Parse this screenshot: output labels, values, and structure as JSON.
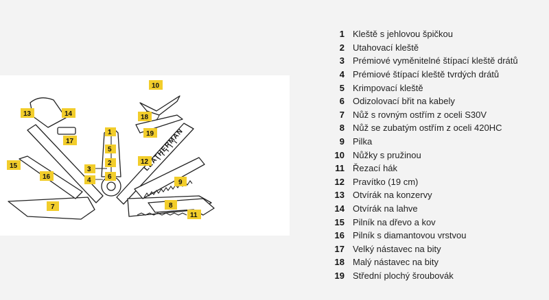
{
  "legend": {
    "items": [
      {
        "number": "1",
        "label": "Kleště s jehlovou špičkou"
      },
      {
        "number": "2",
        "label": "Utahovací kleště"
      },
      {
        "number": "3",
        "label": "Prémiové vyměnitelné štípací kleště drátů"
      },
      {
        "number": "4",
        "label": "Prémiové štípací kleště tvrdých drátů"
      },
      {
        "number": "5",
        "label": "Krimpovací kleště"
      },
      {
        "number": "6",
        "label": "Odizolovací břit na kabely"
      },
      {
        "number": "7",
        "label": "Nůž s rovným ostřím z oceli S30V"
      },
      {
        "number": "8",
        "label": "Nůž se zubatým ostřím z oceli 420HC"
      },
      {
        "number": "9",
        "label": "Pilka"
      },
      {
        "number": "10",
        "label": "Nůžky s pružinou"
      },
      {
        "number": "11",
        "label": "Řezací hák"
      },
      {
        "number": "12",
        "label": "Pravítko (19 cm)"
      },
      {
        "number": "13",
        "label": "Otvírák na konzervy"
      },
      {
        "number": "14",
        "label": "Otvírák na lahve"
      },
      {
        "number": "15",
        "label": "Pilník na dřevo a kov"
      },
      {
        "number": "16",
        "label": "Pilník s diamantovou vrstvou"
      },
      {
        "number": "17",
        "label": "Velký nástavec na bity"
      },
      {
        "number": "18",
        "label": "Malý nástavec na bity"
      },
      {
        "number": "19",
        "label": "Střední plochý šroubovák"
      }
    ]
  },
  "diagram": {
    "callouts": [
      "1",
      "2",
      "3",
      "4",
      "5",
      "6",
      "7",
      "8",
      "9",
      "10",
      "11",
      "12",
      "13",
      "14",
      "15",
      "16",
      "17",
      "18",
      "19"
    ],
    "handle_engraving": "LEATHERMAN",
    "accent_color": "#f2cd2b"
  }
}
